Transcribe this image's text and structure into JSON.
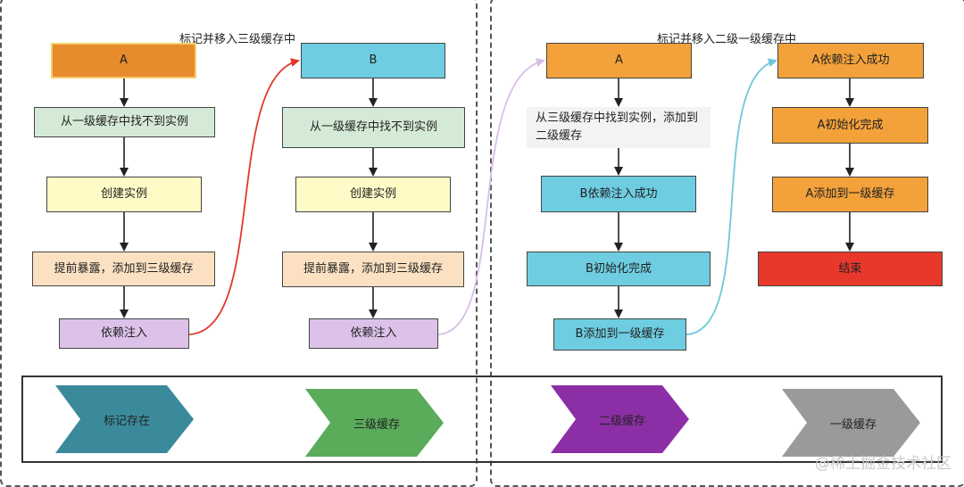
{
  "sections": {
    "left_title": "标记并移入三级缓存中",
    "right_title": "标记并移入二级一级缓存中"
  },
  "col_a1": {
    "a": "A",
    "find": "从一级缓存中找不到实例",
    "create": "创建实例",
    "expose": "提前暴露，添加到三级缓存",
    "inject": "依赖注入"
  },
  "col_b1": {
    "b": "B",
    "find": "从一级缓存中找不到实例",
    "create": "创建实例",
    "expose": "提前暴露，添加到三级缓存",
    "inject": "依赖注入"
  },
  "col_a2": {
    "a": "A",
    "found_line1": "从三级缓存中找到实例，添加到",
    "found_line2": "二级缓存",
    "b_inject_ok": "B依赖注入成功",
    "b_init_done": "B初始化完成",
    "b_add_l1": "B添加到一级缓存"
  },
  "col_a3": {
    "a_inject_ok": "A依赖注入成功",
    "a_init_done": "A初始化完成",
    "a_add_l1": "A添加到一级缓存",
    "end": "结束"
  },
  "legend": {
    "items": [
      {
        "label": "标记存在",
        "color": "#3a8a9c"
      },
      {
        "label": "三级缓存",
        "color": "#5aab5a"
      },
      {
        "label": "二级缓存",
        "color": "#8c2fa6"
      },
      {
        "label": "一级缓存",
        "color": "#9a9a9a"
      }
    ]
  },
  "colors": {
    "arrow_red": "#e0392b",
    "arrow_lilac": "#d8bde8",
    "arrow_cyan": "#6ec7dd"
  },
  "watermark": "@稀土掘金技术社区"
}
